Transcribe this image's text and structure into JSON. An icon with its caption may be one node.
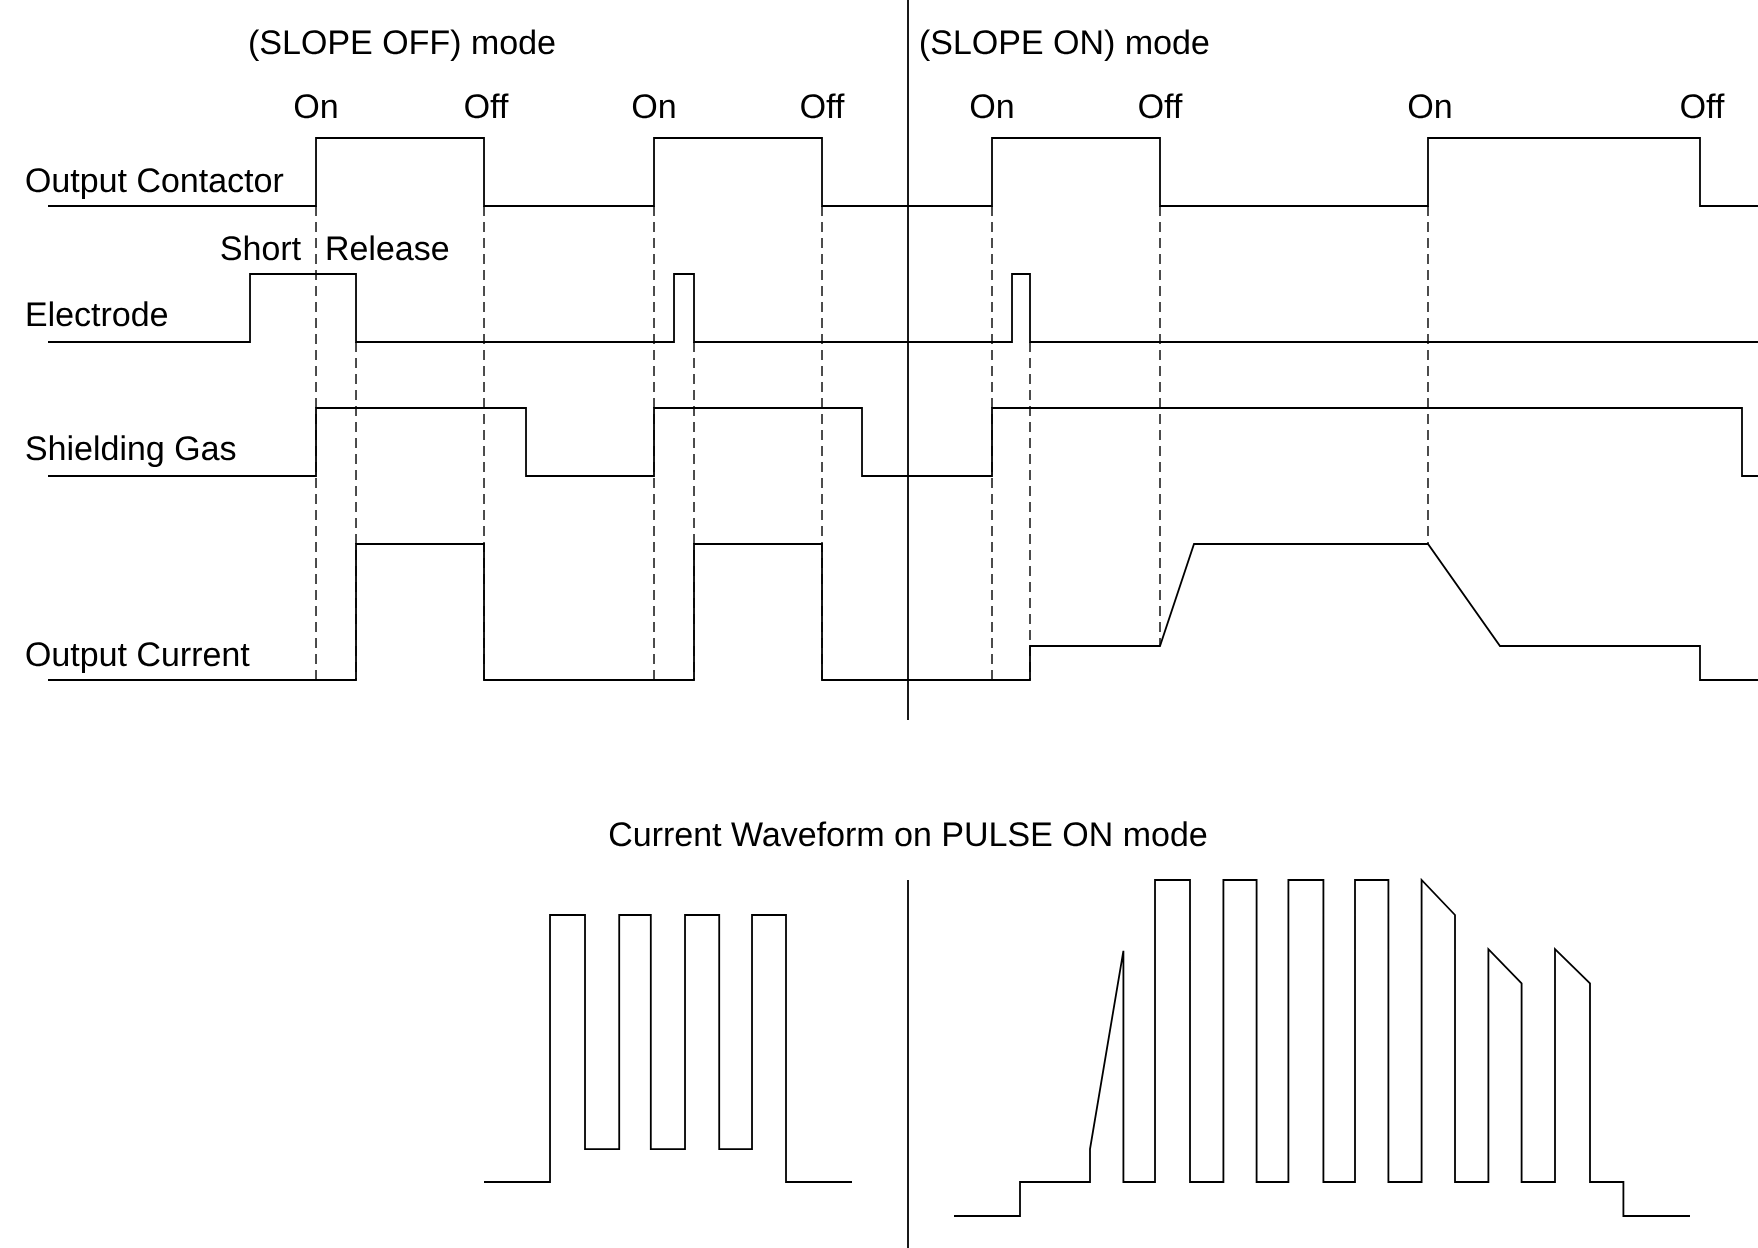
{
  "diagram": {
    "labels": [
      "(SLOPE OFF) mode",
      "(SLOPE ON) mode",
      "On",
      "Off",
      "On",
      "Off",
      "On",
      "Off",
      "On",
      "Off",
      "Output Contactor",
      "Short",
      "Release",
      "Electrode",
      "Shielding Gas",
      "Output Current",
      "Current Waveform on PULSE ON mode"
    ]
  }
}
